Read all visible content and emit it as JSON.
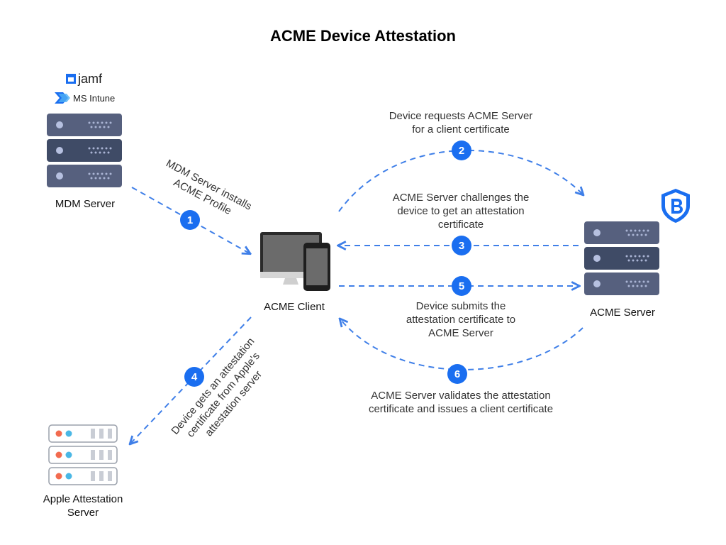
{
  "title": "ACME Device Attestation",
  "brands": {
    "jamf": "jamf",
    "intune": "MS Intune"
  },
  "nodes": {
    "mdm": "MDM Server",
    "client": "ACME Client",
    "acme_server": "ACME Server",
    "apple": "Apple Attestation\nServer"
  },
  "steps": [
    {
      "num": "1",
      "text": "MDM Server installs\nACME Profile"
    },
    {
      "num": "2",
      "text": "Device requests ACME Server\nfor a client certificate"
    },
    {
      "num": "3",
      "text": "ACME Server challenges the\ndevice to get an attestation\ncertificate"
    },
    {
      "num": "4",
      "text": "Device gets an attestation\ncertificate from Apple's\nattestation server"
    },
    {
      "num": "5",
      "text": "Device submits the\nattestation certificate to\nACME Server"
    },
    {
      "num": "6",
      "text": "ACME Server validates the attestation\ncertificate and issues a client certificate"
    }
  ],
  "colors": {
    "accent": "#1a6ef0",
    "arrow": "#3f7fe8",
    "server_dark": "#3f4b66",
    "server_mid": "#56607e"
  },
  "icons": [
    "jamf-logo-icon",
    "ms-intune-icon",
    "server-rack-icon",
    "desktop-computer-icon",
    "phone-icon",
    "shield-b-icon",
    "apple-server-icon"
  ]
}
